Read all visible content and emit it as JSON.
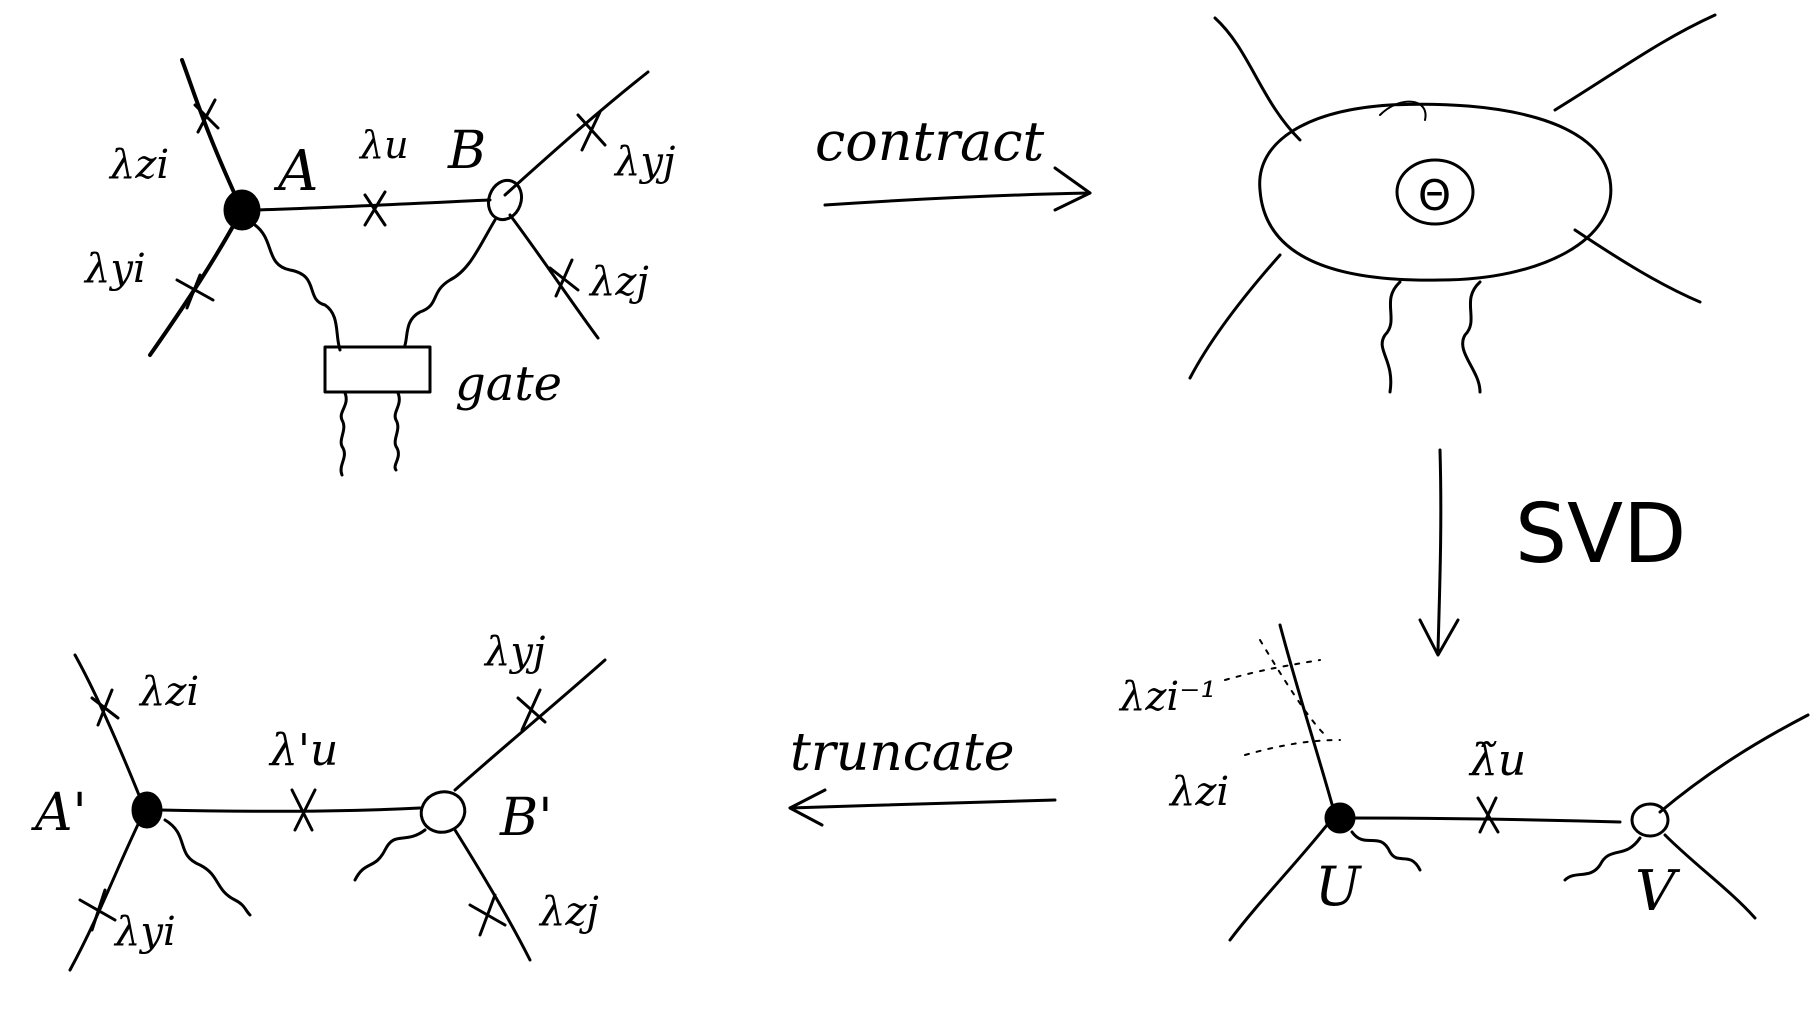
{
  "panel_top_left": {
    "node_A": "A",
    "node_B": "B",
    "bond": "λu",
    "legs": [
      "λzi",
      "λyi",
      "λyj",
      "λzj"
    ],
    "gate": "gate"
  },
  "arrow_contract": "contract",
  "panel_top_right": {
    "tensor": "Θ"
  },
  "arrow_svd": "SVD",
  "panel_bottom_right": {
    "node_U": "U",
    "node_V": "V",
    "bond": "λ̃u",
    "inverse_leg": "λzi⁻¹",
    "leg": "λzi"
  },
  "arrow_truncate": "truncate",
  "panel_bottom_left": {
    "node_A": "A'",
    "node_B": "B'",
    "bond": "λ'u",
    "legs": [
      "λzi",
      "λyi",
      "λyj",
      "λzj"
    ]
  }
}
